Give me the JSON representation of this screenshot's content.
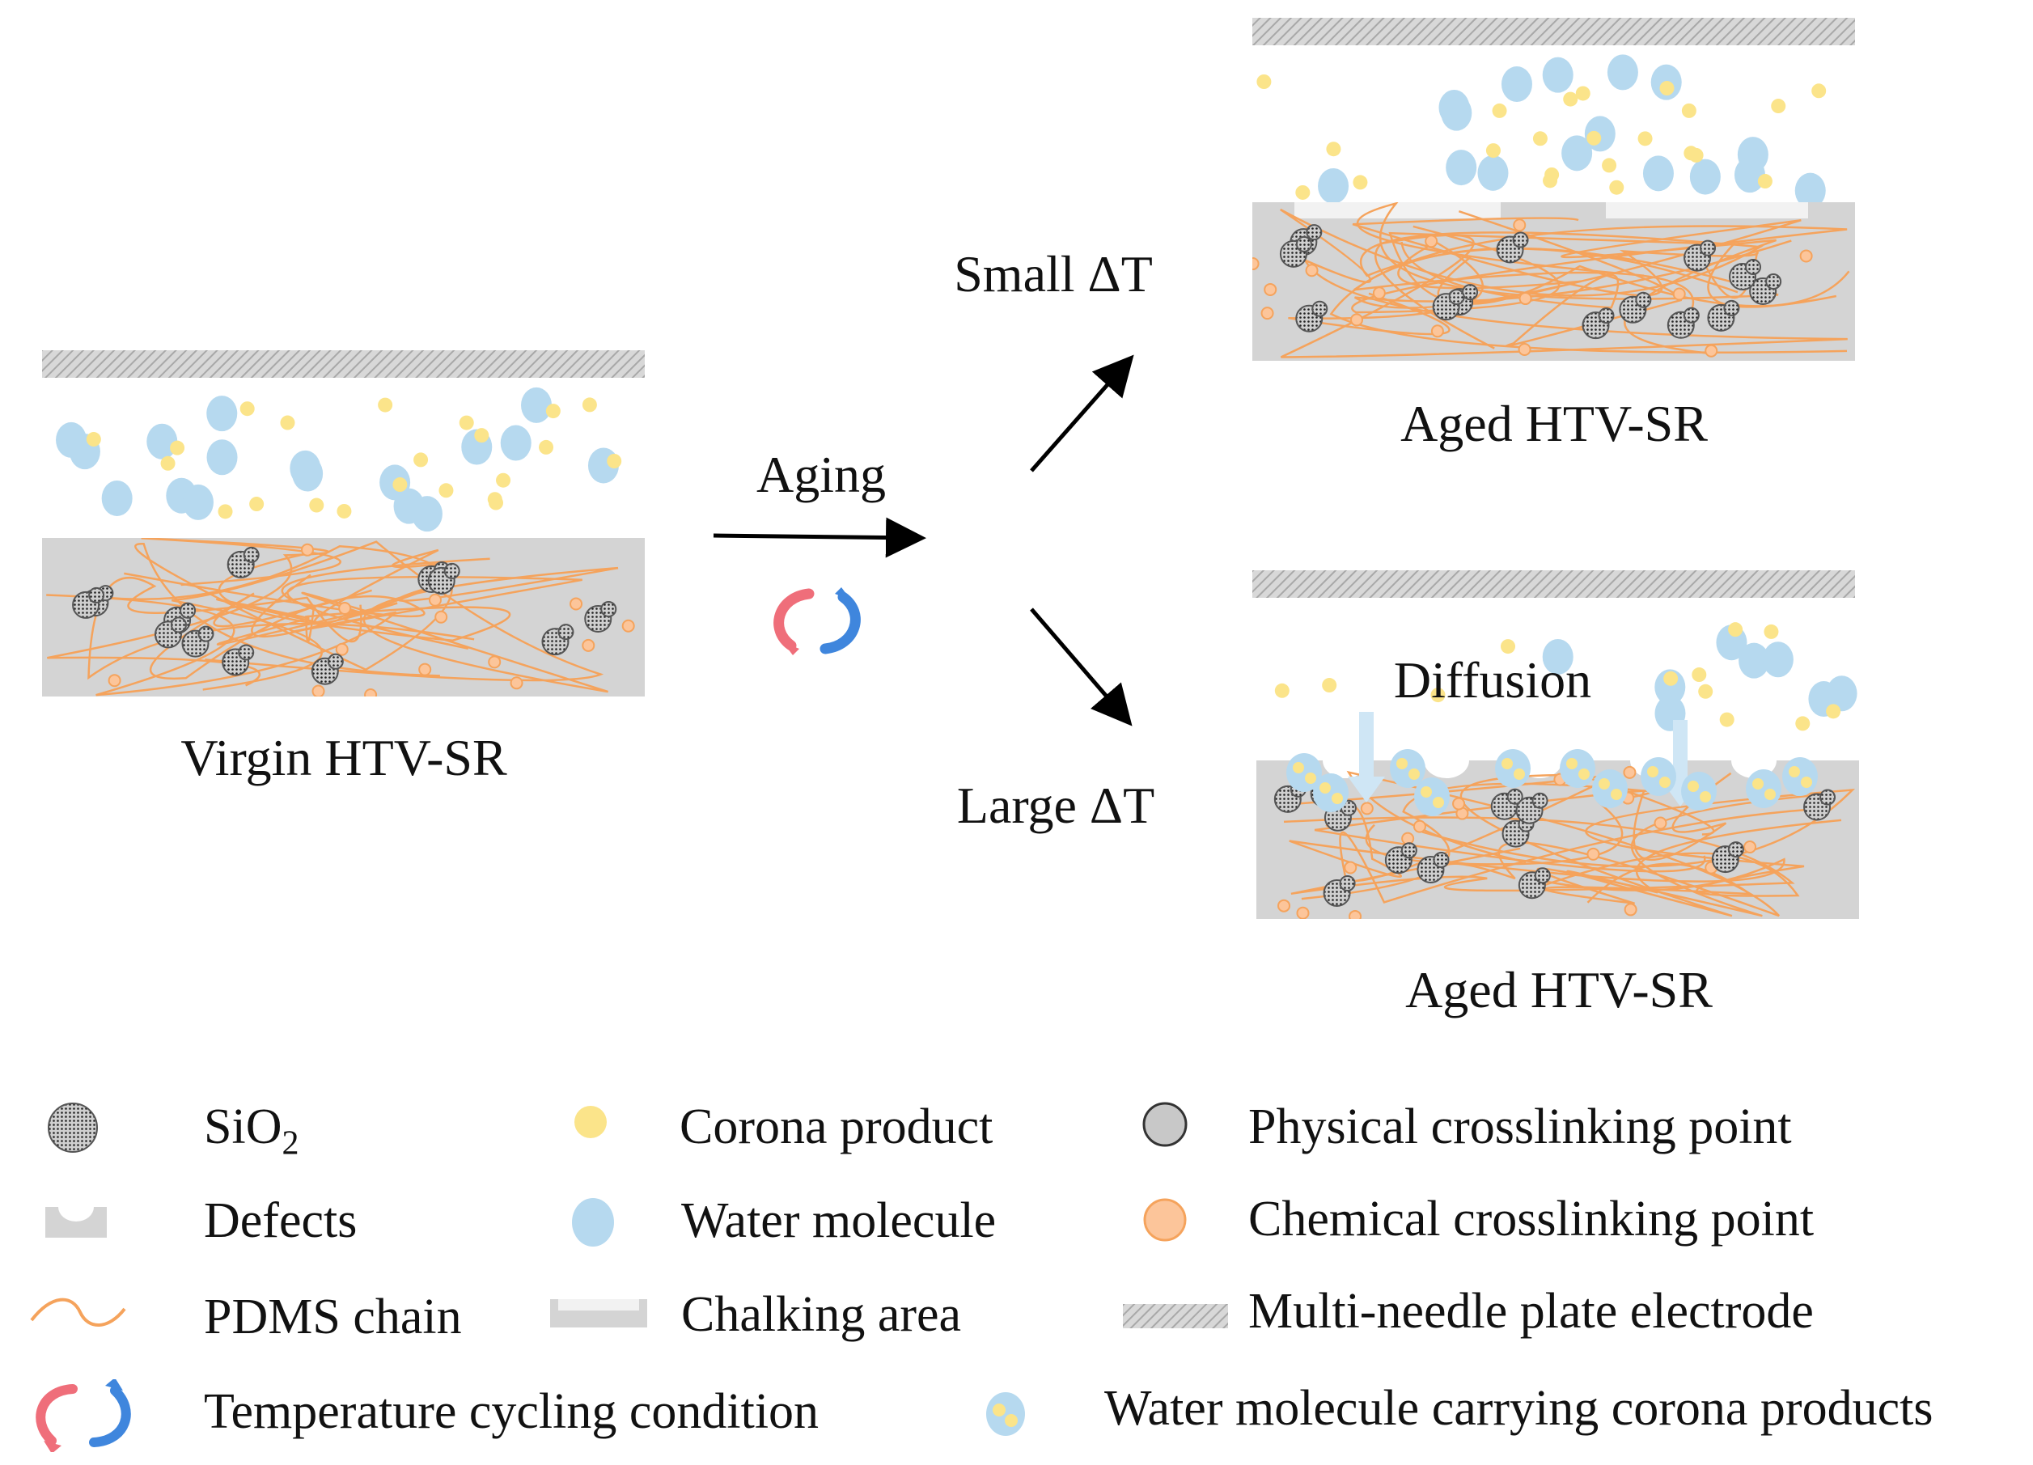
{
  "labels": {
    "virgin": "Virgin HTV-SR",
    "aged_top": "Aged HTV-SR",
    "aged_bottom": "Aged HTV-SR",
    "aging": "Aging",
    "small_dt": "Small ΔT",
    "large_dt": "Large ΔT",
    "diffusion": "Diffusion"
  },
  "legend": [
    {
      "icon": "sio2-icon",
      "label": "SiO",
      "sub": "2"
    },
    {
      "icon": "corona-product-icon",
      "label": "Corona product"
    },
    {
      "icon": "physical-crosslinking-point-icon",
      "label": "Physical crosslinking point"
    },
    {
      "icon": "defects-icon",
      "label": "Defects"
    },
    {
      "icon": "water-molecule-icon",
      "label": "Water molecule"
    },
    {
      "icon": "chemical-crosslinking-point-icon",
      "label": "Chemical crosslinking point"
    },
    {
      "icon": "pdms-chain-icon",
      "label": "PDMS chain"
    },
    {
      "icon": "chalking-area-icon",
      "label": "Chalking area"
    },
    {
      "icon": "electrode-icon",
      "label": "Multi-needle plate electrode"
    },
    {
      "icon": "temperature-cycling-icon",
      "label": "Temperature cycling condition"
    },
    {
      "icon": "water-carrying-corona-icon",
      "label": "Water molecule carrying corona products"
    }
  ],
  "colors": {
    "water": "#b6d9ef",
    "corona": "#fbe48a",
    "substrate": "#d4d4d4",
    "pdms": "#f5a35c",
    "chemical_point": "#fcc59a",
    "physical_point": "#c8c8c8",
    "electrode": "#bdbdbd",
    "cycle_red": "#ef6e7a",
    "cycle_blue": "#3f86dd"
  }
}
